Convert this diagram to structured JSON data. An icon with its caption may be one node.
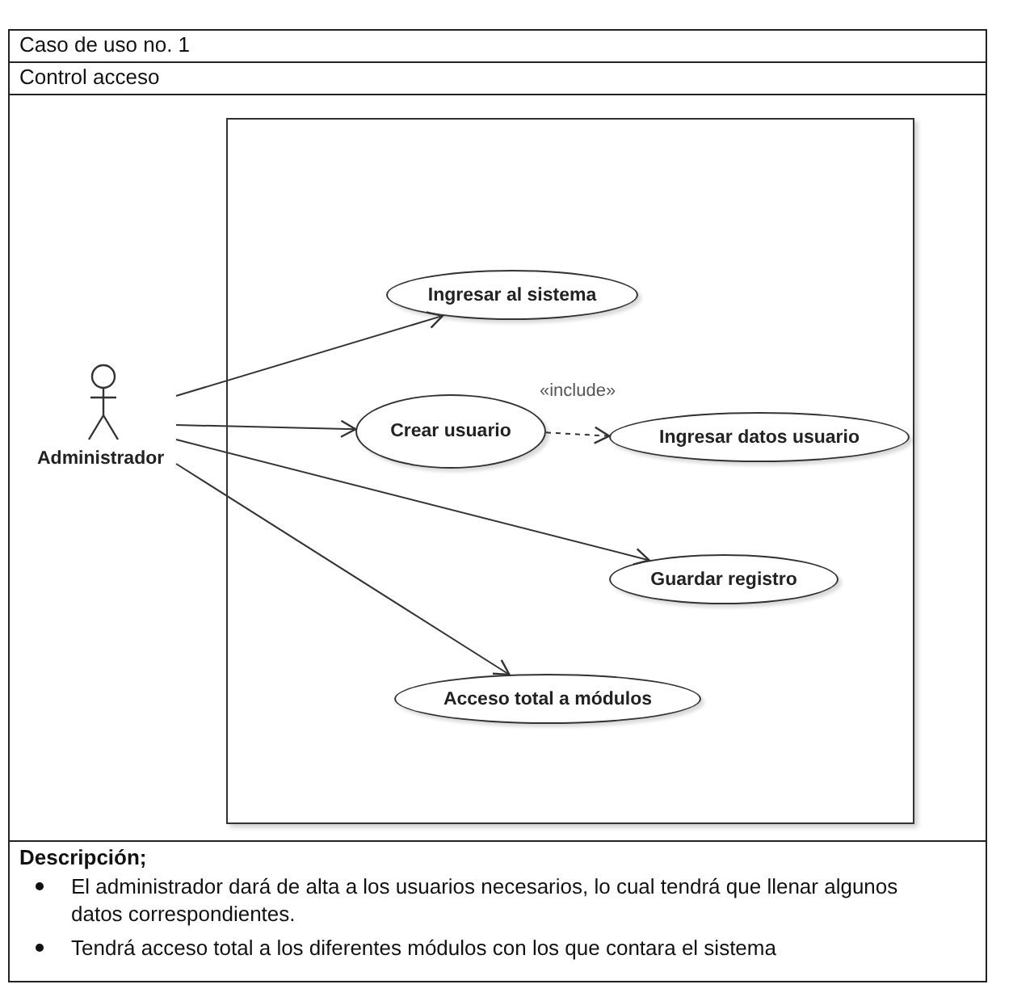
{
  "diagram": {
    "nodes": [
      {
        "text": [
          "Administrador"
        ]
      },
      {
        "text": [],
        "shape": "box"
      },
      {
        "text": [
          "Ingresar al sistema"
        ],
        "in": 1
      },
      {
        "text": [
          "Crear usuario"
        ],
        "in": 1
      },
      {
        "text": [
          "Ingresar datos usuario"
        ],
        "in": 1
      },
      {
        "text": [
          "Guardar registro"
        ],
        "in": 1
      },
      {
        "text": [
          "Acceso total a módulos"
        ],
        "in": 1
      }
    ],
    "edges": [
      {
        "from": 0,
        "to": 2,
        "arrow": "to"
      },
      {
        "from": 0,
        "to": 3,
        "arrow": "to"
      },
      {
        "from": 0,
        "to": 5,
        "arrow": "to"
      },
      {
        "from": 0,
        "to": 6,
        "arrow": "to"
      },
      {
        "from": 3,
        "to": 4,
        "arrow": "to",
        "label": "«include»",
        "style": "dashed"
      }
    ],
    "labels": [
      "Caso de uso no. 1",
      "Control acceso",
      "Descripción;",
      "El administrador dará de alta a los usuarios necesarios, lo cual tendrá que llenar algunos datos correspondientes.",
      "Tendrá acceso total a los diferentes módulos con los que contara el sistema"
    ]
  }
}
